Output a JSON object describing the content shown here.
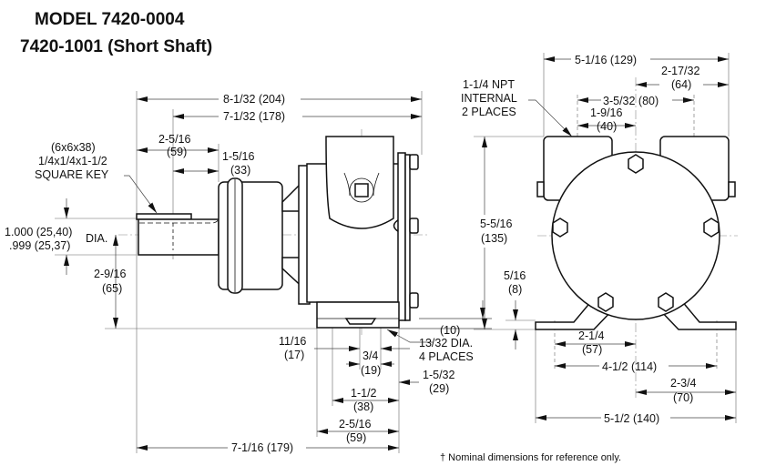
{
  "title": {
    "line1": "MODEL 7420-0004",
    "line2": "7420-1001 (Short Shaft)"
  },
  "side_view": {
    "overall_length": "8-1/32 (204)",
    "length_from_adapter": "7-1/32 (178)",
    "shaft_len_a": "2-5/16",
    "shaft_len_a_mm": "(59)",
    "key_len": "1-5/16",
    "key_len_mm": "(33)",
    "key_metric": "(6x6x38)",
    "key_size": "1/4x1/4x1-1/2",
    "key_label": "SQUARE KEY",
    "shaft_dia_max": "1.000 (25,40)",
    "shaft_dia_min": ".999 (25,37)",
    "dia_label": "DIA.",
    "shaft_height": "2-9/16",
    "shaft_height_mm": "(65)",
    "base_offset_a": "11/16",
    "base_offset_a_mm": "(17)",
    "base_offset_b": "3/4",
    "base_offset_b_mm": "(19)",
    "base_thickness_mm": "(10)",
    "hole_dia": "13/32 DIA.",
    "hole_count": "4 PLACES",
    "base_offset_c": "1-5/32",
    "base_offset_c_mm": "(29)",
    "hole_spacing": "1-1/2",
    "hole_spacing_mm": "(38)",
    "base_length": "2-5/16",
    "base_length_mm": "(59)",
    "total_to_base": "7-1/16 (179)"
  },
  "front_view": {
    "port_label_1": "1-1/4 NPT",
    "port_label_2": "INTERNAL",
    "port_label_3": "2 PLACES",
    "overall_width": "5-1/16 (129)",
    "port_offset_right": "2-17/32",
    "port_offset_right_mm": "(64)",
    "port_spacing": "3-5/32 (80)",
    "port_offset_left": "1-9/16",
    "port_offset_left_mm": "(40)",
    "overall_height": "5-5/16",
    "overall_height_mm": "(135)",
    "foot_thickness": "5/16",
    "foot_thickness_mm": "(8)",
    "half_hole_spacing": "2-1/4",
    "half_hole_spacing_mm": "(57)",
    "hole_spacing": "4-1/2 (114)",
    "half_foot_width": "2-3/4",
    "half_foot_width_mm": "(70)",
    "foot_width": "5-1/2 (140)"
  },
  "footnote": "† Nominal dimensions for reference only."
}
